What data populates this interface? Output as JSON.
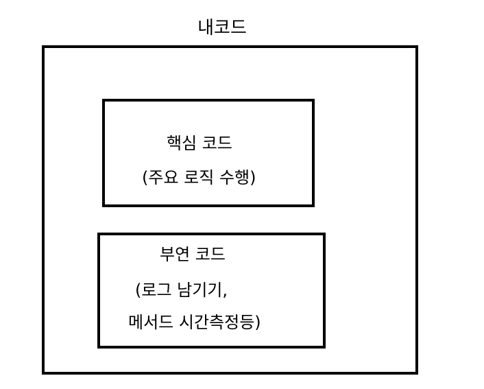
{
  "outer": {
    "title": "내코드"
  },
  "core": {
    "title": "핵심 코드",
    "desc": "(주요 로직 수행)"
  },
  "side": {
    "title": "부연 코드",
    "line1": "(로그 남기기,",
    "line2": "메서드 시간측정등)"
  }
}
